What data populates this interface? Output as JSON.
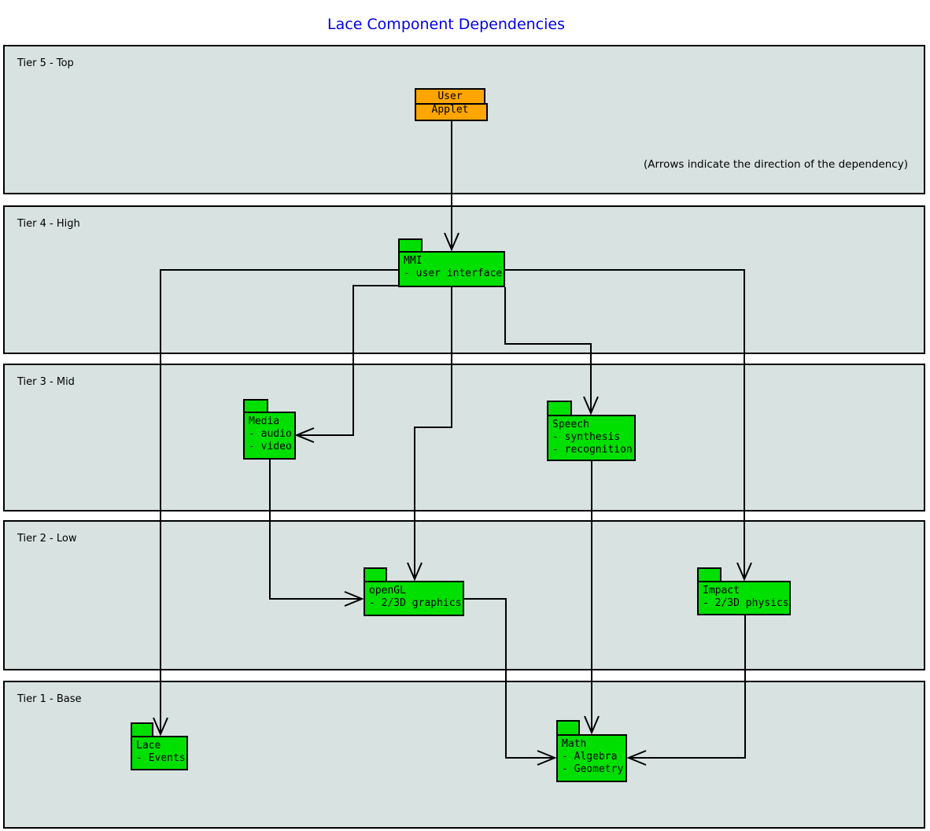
{
  "title": "Lace Component Dependencies",
  "annotation": "(Arrows indicate the direction of the dependency)",
  "tiers": [
    {
      "label": "Tier 5 - Top"
    },
    {
      "label": "Tier 4 - High"
    },
    {
      "label": "Tier 3 - Mid"
    },
    {
      "label": "Tier 2 - Low"
    },
    {
      "label": "Tier 1 - Base"
    }
  ],
  "components": {
    "user_applet": {
      "title": "User Applet",
      "lines": []
    },
    "mmi": {
      "title": "MMI",
      "lines": [
        "- user interface"
      ]
    },
    "media": {
      "title": "Media",
      "lines": [
        "- audio",
        "- video"
      ]
    },
    "speech": {
      "title": "Speech",
      "lines": [
        "- synthesis",
        "- recognition"
      ]
    },
    "opengl": {
      "title": "openGL",
      "lines": [
        "- 2/3D graphics"
      ]
    },
    "impact": {
      "title": "Impact",
      "lines": [
        "- 2/3D physics"
      ]
    },
    "lace": {
      "title": "Lace",
      "lines": [
        "- Events"
      ]
    },
    "math": {
      "title": "Math",
      "lines": [
        "- Algebra",
        "- Geometry"
      ]
    }
  },
  "edges": [
    {
      "from": "user_applet",
      "to": "mmi"
    },
    {
      "from": "mmi",
      "to": "media"
    },
    {
      "from": "mmi",
      "to": "speech"
    },
    {
      "from": "mmi",
      "to": "opengl"
    },
    {
      "from": "mmi",
      "to": "impact"
    },
    {
      "from": "mmi",
      "to": "lace"
    },
    {
      "from": "media",
      "to": "opengl"
    },
    {
      "from": "speech",
      "to": "math"
    },
    {
      "from": "opengl",
      "to": "math"
    },
    {
      "from": "impact",
      "to": "math"
    }
  ],
  "colors": {
    "component_fill": "#00e000",
    "applet_fill": "#ffa500",
    "tier_fill": "#d8e2e1",
    "title_color": "#0000e6",
    "line_color": "#000000"
  }
}
